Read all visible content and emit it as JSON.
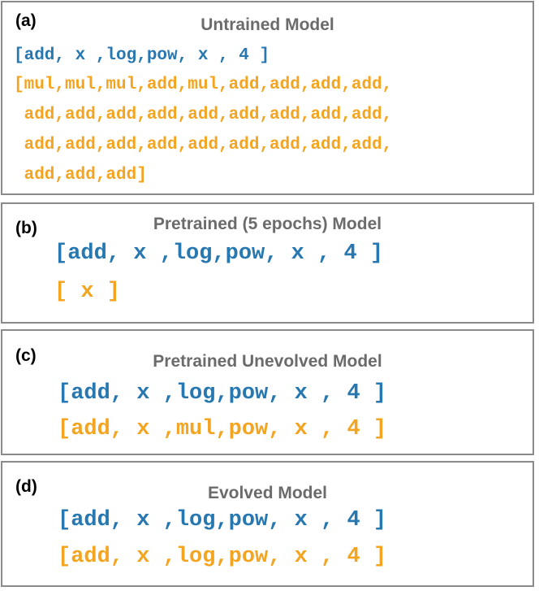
{
  "panels": [
    {
      "label": "(a)",
      "title": "Untrained Model",
      "target": "[add, x ,log,pow, x , 4 ]",
      "output_lines": [
        "[mul,mul,mul,add,mul,add,add,add,add,",
        " add,add,add,add,add,add,add,add,add,",
        " add,add,add,add,add,add,add,add,add,",
        " add,add,add]"
      ]
    },
    {
      "label": "(b)",
      "title": "Pretrained (5 epochs) Model",
      "target": "[add, x ,log,pow, x , 4 ]",
      "output": "[ x ]"
    },
    {
      "label": "(c)",
      "title": "Pretrained Unevolved Model",
      "target": "[add, x ,log,pow, x , 4 ]",
      "output": "[add, x ,mul,pow, x , 4 ]"
    },
    {
      "label": "(d)",
      "title": "Evolved Model",
      "target": "[add, x ,log,pow, x , 4 ]",
      "output": "[add, x ,log,pow, x , 4 ]"
    }
  ],
  "colors": {
    "target": "#2777b1",
    "output": "#f3a522",
    "title": "#6b6b6b",
    "border": "#8a8a8a"
  }
}
